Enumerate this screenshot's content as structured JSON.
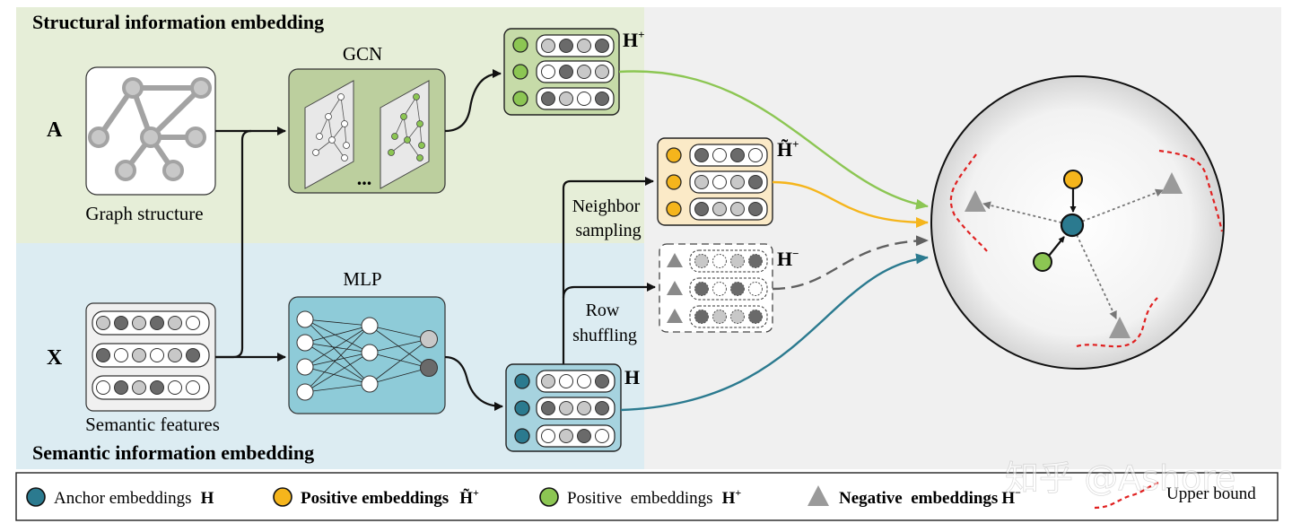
{
  "regions": {
    "structural_title": "Structural information embedding",
    "semantic_title": "Semantic information embedding"
  },
  "inputs": {
    "adjacency_symbol": "A",
    "feature_symbol": "X",
    "graph_caption": "Graph structure",
    "features_caption": "Semantic features"
  },
  "modules": {
    "gcn_label": "GCN",
    "gcn_ellipsis": "...",
    "mlp_label": "MLP"
  },
  "embeddings": {
    "h_plus": "H",
    "h_plus_sup": "+",
    "h_tilde": "H̃",
    "h_tilde_sup": "+",
    "h_minus": "H",
    "h_minus_sup": "−",
    "h_anchor": "H"
  },
  "operations": {
    "neighbor_line1": "Neighbor",
    "neighbor_line2": "sampling",
    "shuffle_line1": "Row",
    "shuffle_line2": "shuffling"
  },
  "legend": {
    "anchor": "Anchor embeddings",
    "anchor_sym": "H",
    "pos_tilde": "Positive embeddings",
    "pos_tilde_sym": "H̃",
    "pos_tilde_sup": "+",
    "pos_h": "Positive  embeddings",
    "pos_h_sym": "H",
    "pos_h_sup": "+",
    "neg": "Negative  embeddings",
    "neg_sym": "H",
    "neg_sup": "−",
    "upper": "Upper bound"
  },
  "watermark": "知乎 @Ashore",
  "colors": {
    "structural_bg": "#e6eed8",
    "semantic_bg": "#dcecf2",
    "right_bg": "#f0f0f0",
    "gcn_box": "#bccf9e",
    "mlp_box": "#8ecbd8",
    "h_plus_box": "#c6dba8",
    "h_tilde_box": "#fbeac7",
    "h_anchor_box": "#a6d3df",
    "anchor_node": "#2b7a8f",
    "positive_tilde_node": "#f5b51c",
    "positive_h_node": "#8cc653",
    "negative_node": "#8a8a8a",
    "upper_bound": "#e02020",
    "line_green": "#8cc653",
    "line_yellow": "#f5b51c",
    "line_teal": "#2b7a8f",
    "line_gray": "#606060"
  }
}
